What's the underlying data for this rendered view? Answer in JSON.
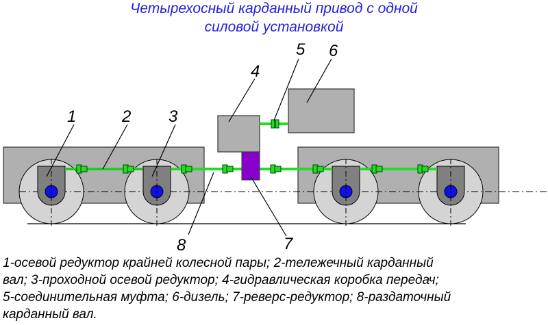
{
  "title": {
    "line1": "Четырехосный карданный привод с одной",
    "line2": "силовой установкой"
  },
  "labels": [
    "1",
    "2",
    "3",
    "4",
    "5",
    "6",
    "7",
    "8"
  ],
  "caption": [
    "1-осевой редуктор крайней колесной пары; 2-тележечный карданный",
    "вал; 3-проходной осевой редуктор; 4-гидравлическая коробка передач;",
    "5-соединительная муфта; 6-дизель; 7-реверс-редуктор; 8-раздаточный",
    " карданный вал."
  ],
  "colors": {
    "title": "#2020e0",
    "shaft": "#22dd22",
    "reverser": "#8800cc",
    "hub": "#1010e0",
    "frame": "#b0b0b0",
    "wheel": "#d4d4d4",
    "gearbox": "#808080"
  }
}
